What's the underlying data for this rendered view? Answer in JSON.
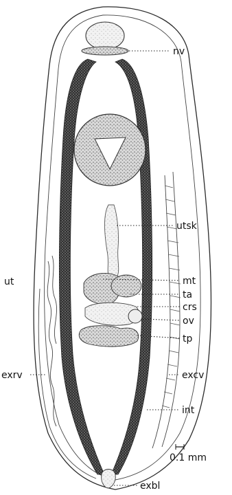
{
  "labels": {
    "nv": "nv",
    "utsk": "utsk",
    "ut": "ut",
    "mt": "mt",
    "ta": "ta",
    "crs": "crs",
    "ov": "ov",
    "tp": "tp",
    "exrv": "exrv",
    "excv": "excv",
    "int": "int",
    "exbl": "exbl"
  },
  "scale_bar": {
    "label": "0.1 mm"
  },
  "colors": {
    "ink": "#111111",
    "tissue_light": "#dcdcdc",
    "tissue_dark": "#3a3a3a"
  }
}
